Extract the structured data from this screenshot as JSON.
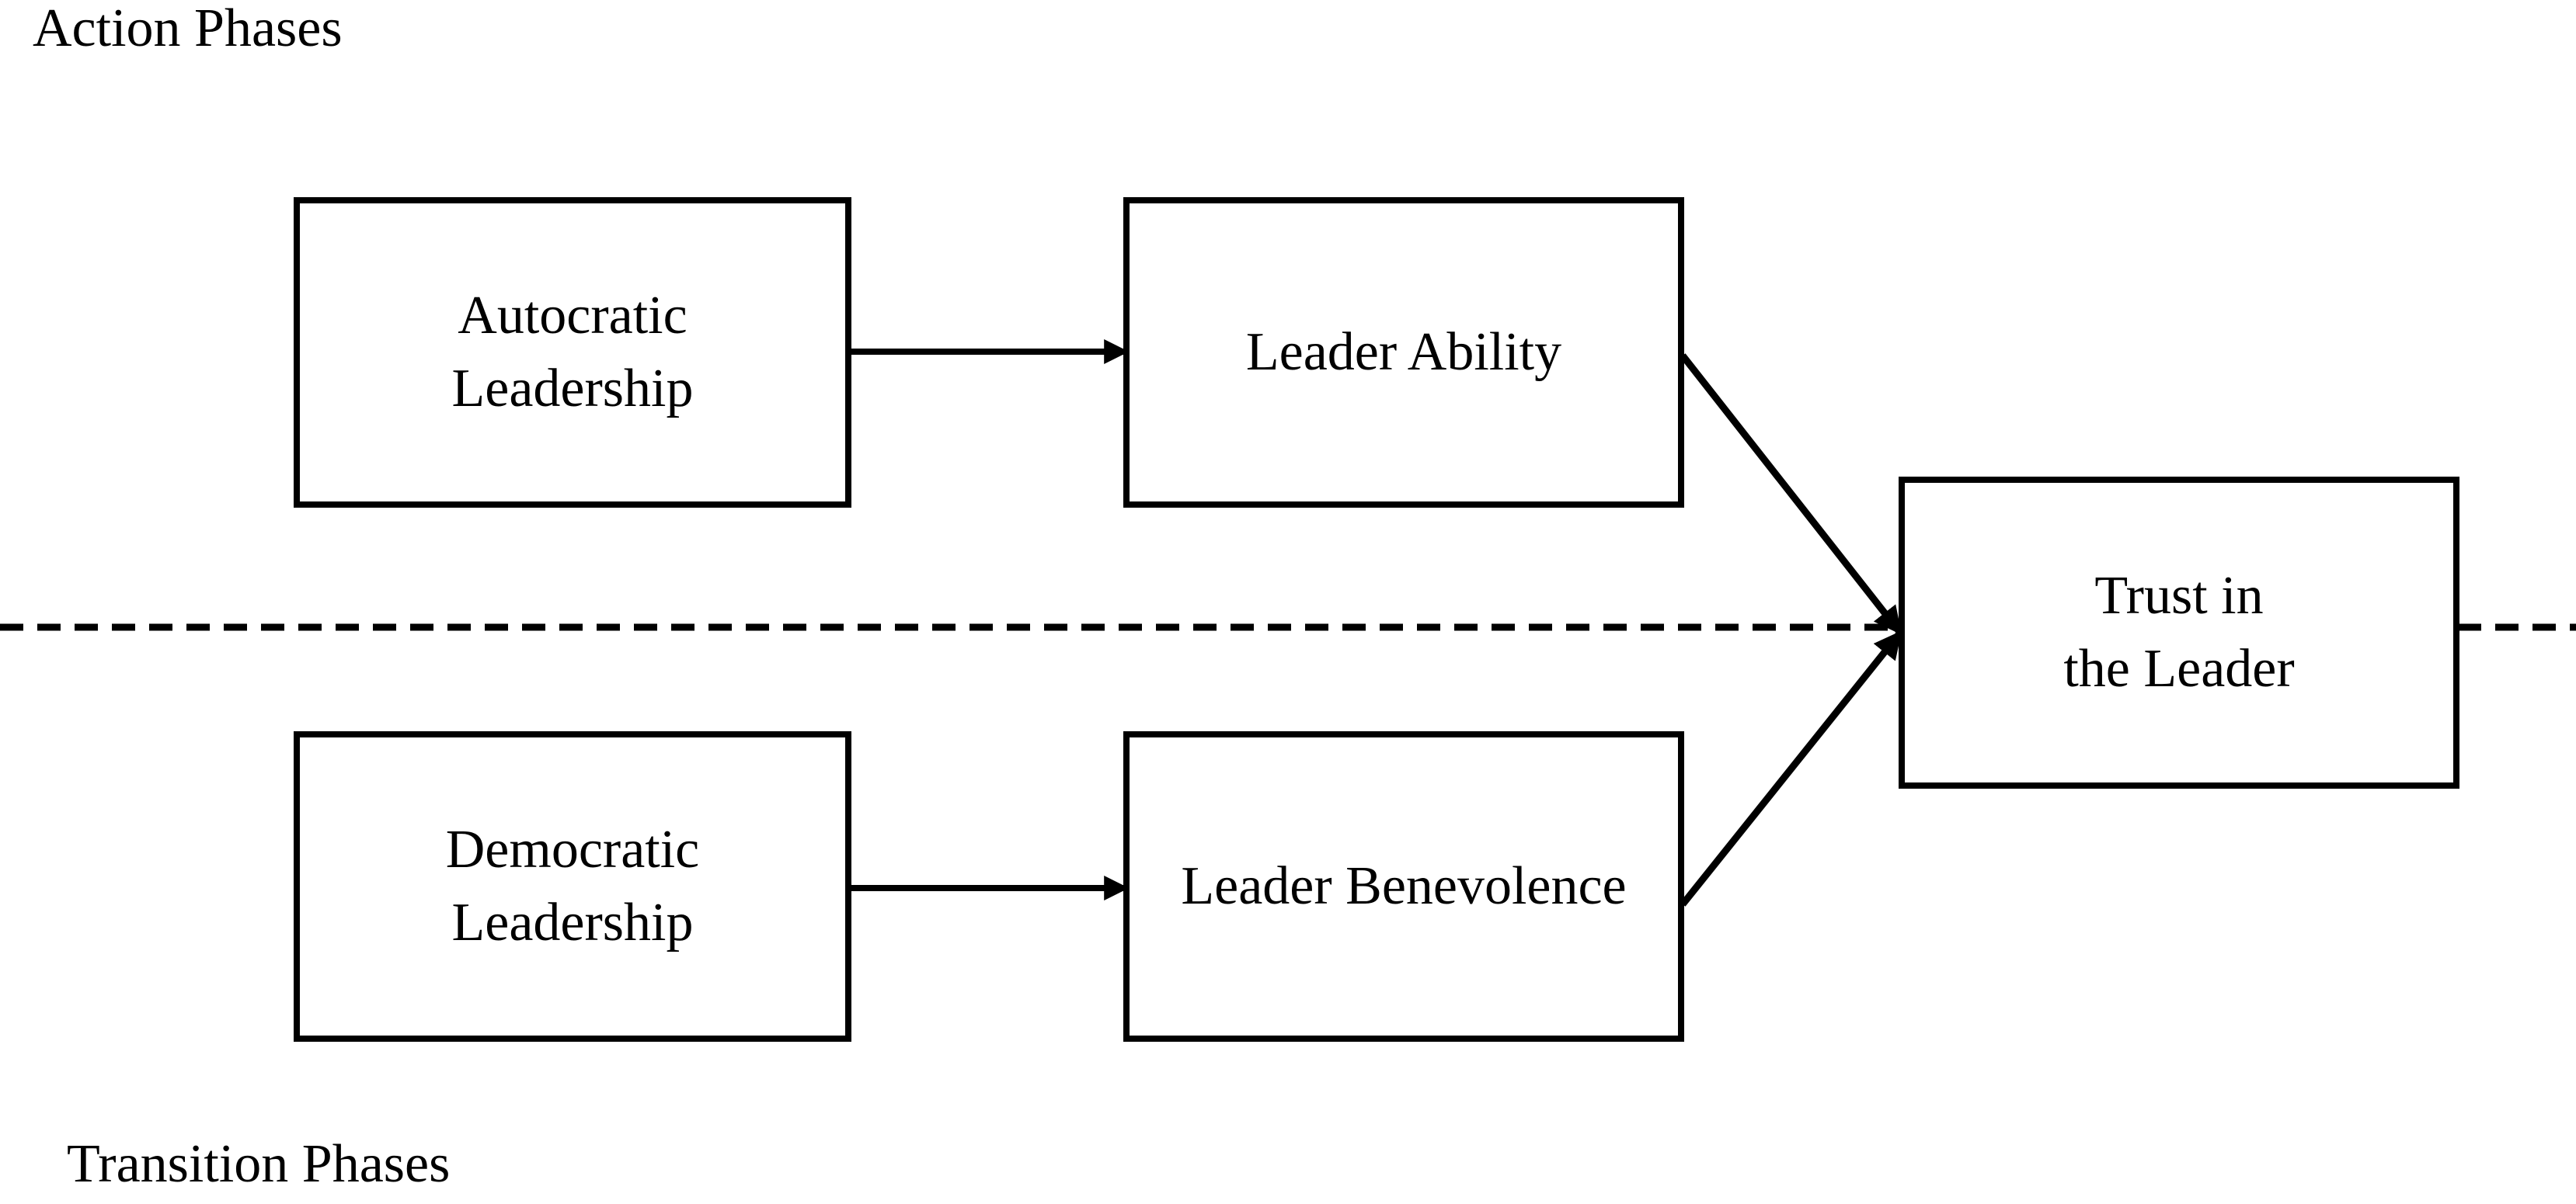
{
  "phases": {
    "action": "Action Phases",
    "transition": "Transition Phases"
  },
  "nodes": {
    "autocratic": "Autocratic\nLeadership",
    "democratic": "Democratic\nLeadership",
    "ability": "Leader Ability",
    "benevolence": "Leader Benevolence",
    "trust": "Trust in\nthe Leader"
  },
  "edges": [
    {
      "from": "autocratic",
      "to": "ability"
    },
    {
      "from": "democratic",
      "to": "benevolence"
    },
    {
      "from": "ability",
      "to": "trust"
    },
    {
      "from": "benevolence",
      "to": "trust"
    }
  ]
}
